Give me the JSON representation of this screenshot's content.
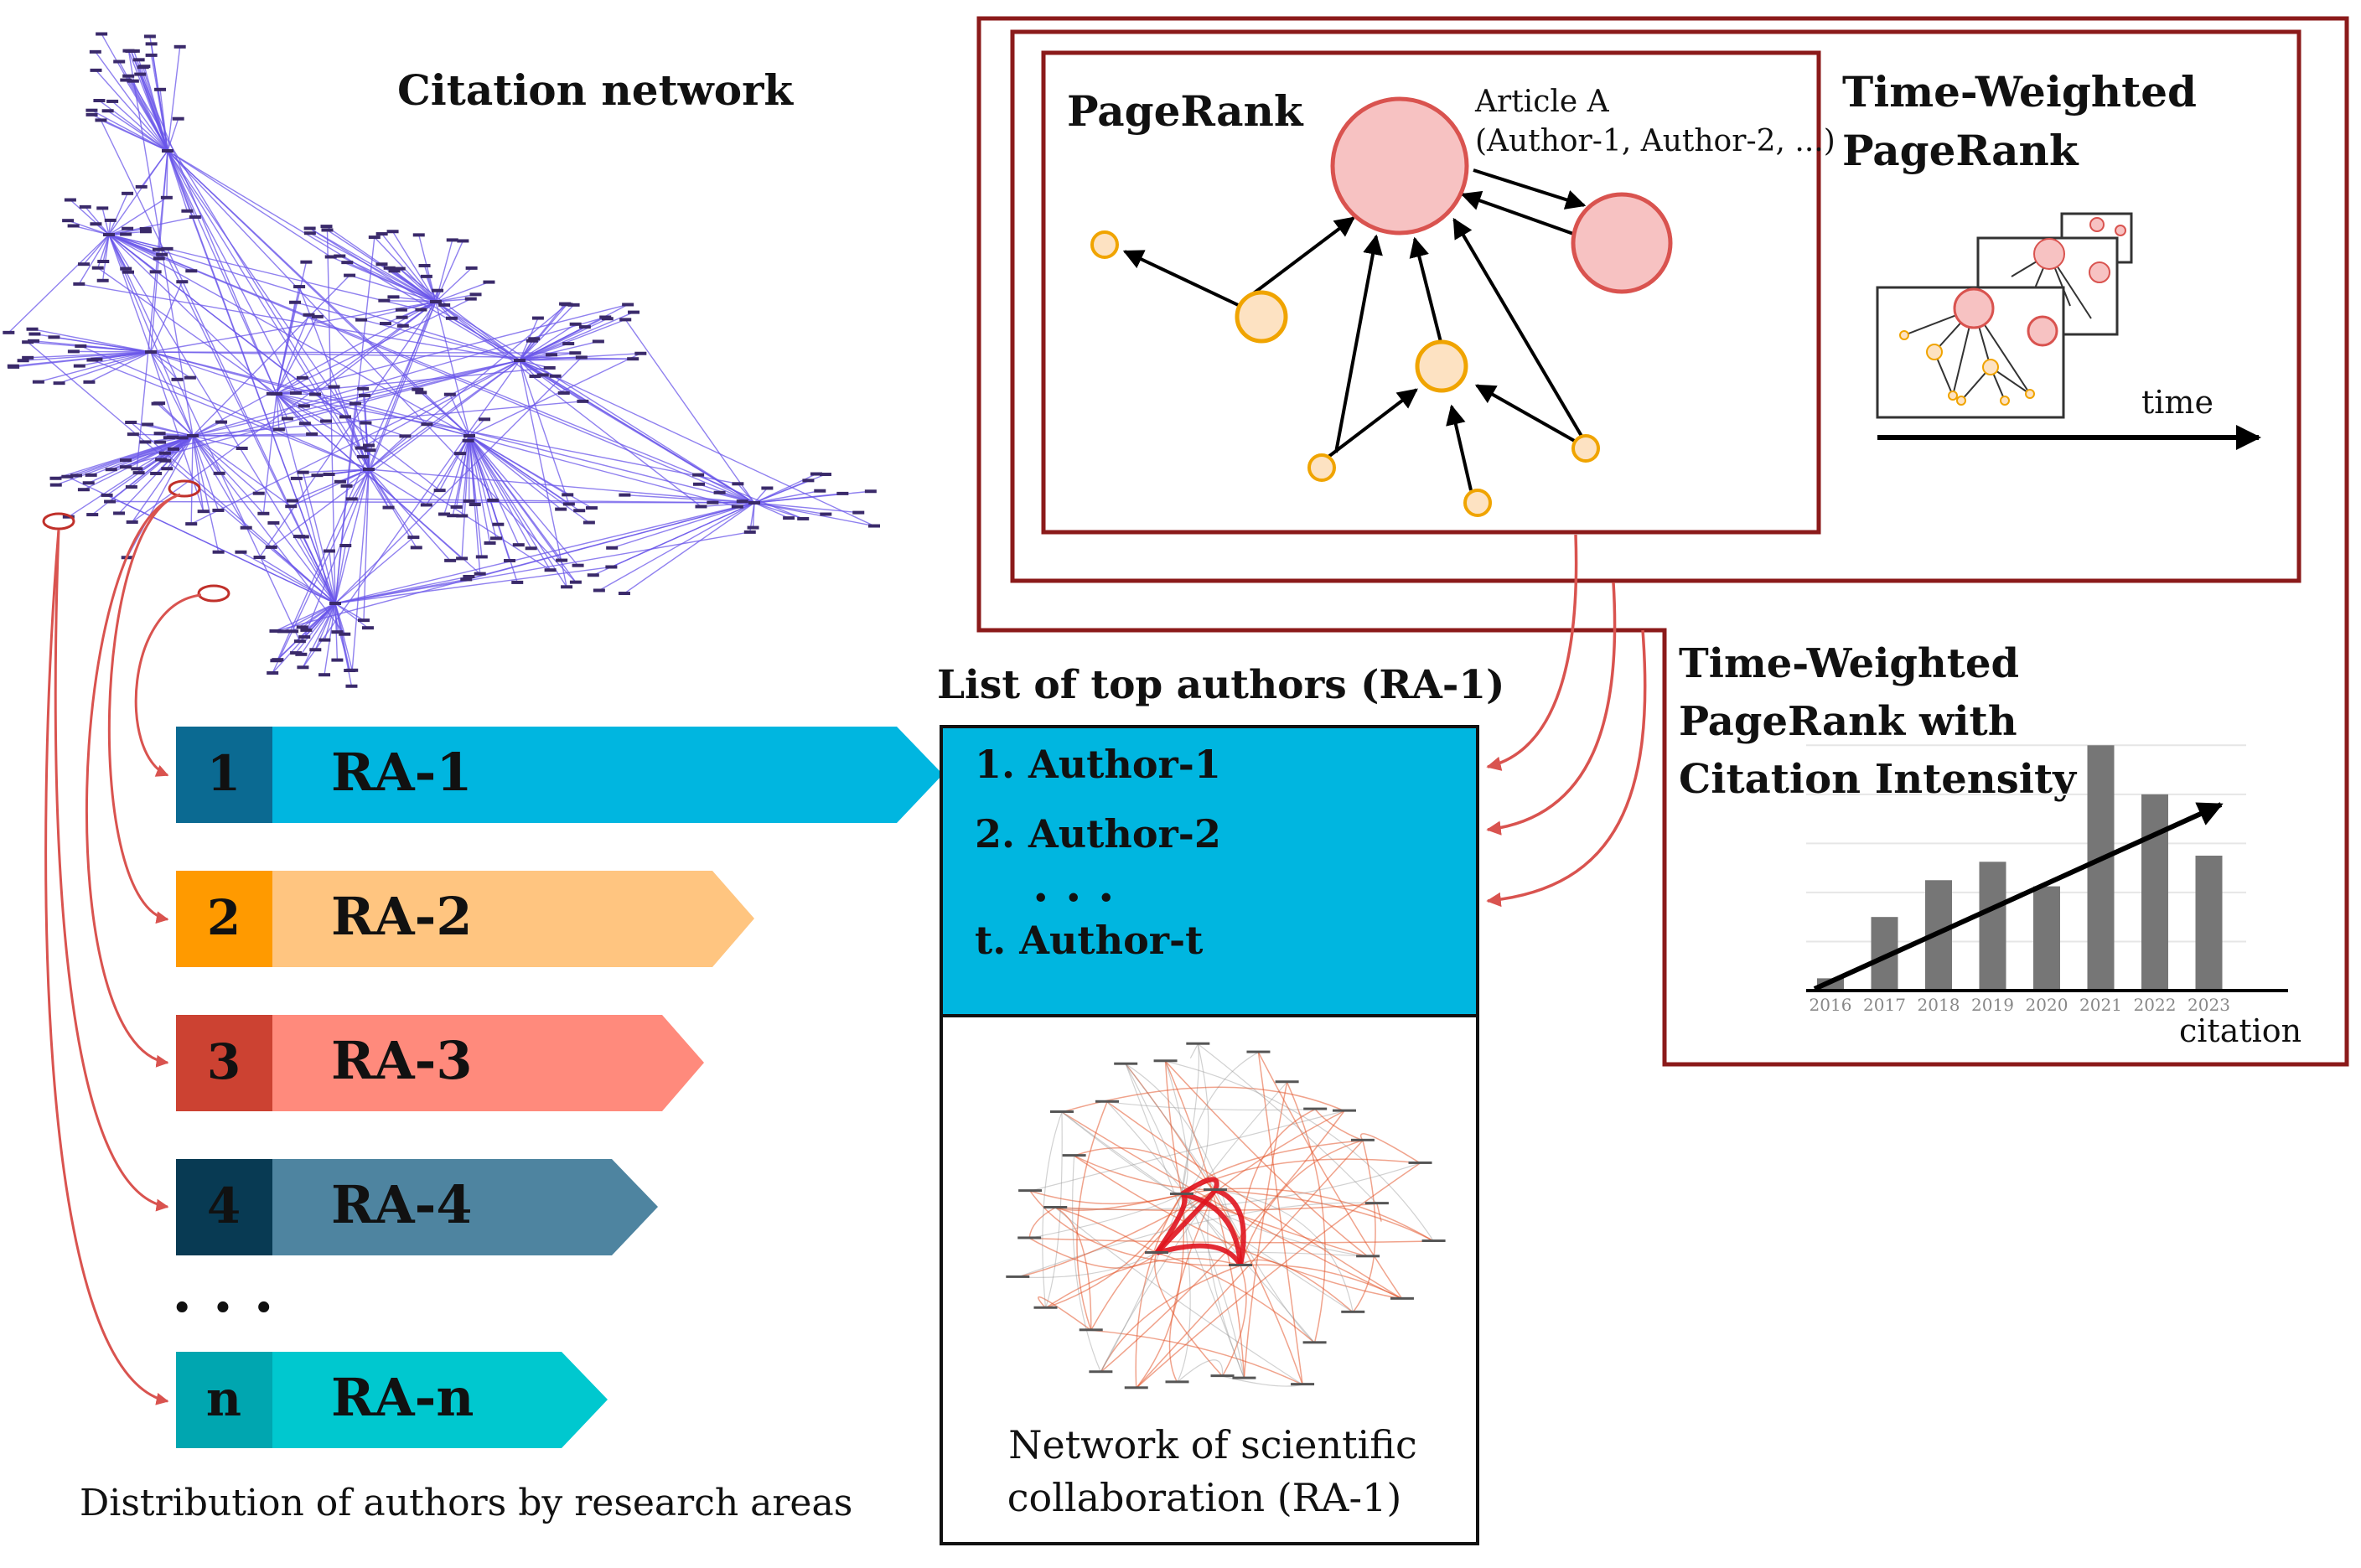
{
  "citation_network": {
    "title": "Citation network"
  },
  "research_areas": {
    "items": [
      {
        "number": "1",
        "label": "RA-1",
        "num_color": "#0b6a92",
        "body_color": "#00b6e0"
      },
      {
        "number": "2",
        "label": "RA-2",
        "num_color": "#ff9a00",
        "body_color": "#ffc580"
      },
      {
        "number": "3",
        "label": "RA-3",
        "num_color": "#cc4232",
        "body_color": "#ff8a7c"
      },
      {
        "number": "4",
        "label": "RA-4",
        "num_color": "#083a53",
        "body_color": "#4e84a0"
      },
      {
        "number": "n",
        "label": "RA-n",
        "num_color": "#00a6b0",
        "body_color": "#00c8cf"
      }
    ],
    "ellipsis": ". . .",
    "caption": "Distribution of authors by research areas"
  },
  "top_authors": {
    "title": "List of top authors (RA-1)",
    "items": [
      "1. Author-1",
      "2. Author-2",
      "t. Author-t"
    ],
    "ellipsis": ". . .",
    "fill_color": "#00b6e0"
  },
  "collab_network": {
    "caption_line1": "Network of scientific",
    "caption_line2": "collaboration (RA-1)"
  },
  "pagerank": {
    "title": "PageRank",
    "article_label_line1": "Article A",
    "article_label_line2": "(Author-1, Author-2, ...)"
  },
  "tw_pagerank": {
    "title_line1": "Time-Weighted",
    "title_line2": "PageRank",
    "time_label": "time"
  },
  "twci_pagerank": {
    "title_line1": "Time-Weighted",
    "title_line2": "PageRank with",
    "title_line3": "Citation Intensity",
    "x_title": "citation"
  },
  "colors": {
    "frame": "#8b1a1a",
    "link_arrow": "#d9534f",
    "network_edge": "#5a3fe0",
    "node_pink": "#f7b9b9",
    "node_orange": "#f2a40a"
  },
  "chart_data": {
    "type": "bar",
    "categories": [
      "2016",
      "2017",
      "2018",
      "2019",
      "2020",
      "2021",
      "2022",
      "2023"
    ],
    "values": [
      1,
      6,
      9,
      10.5,
      8.5,
      20,
      16,
      11
    ],
    "ylim": [
      0,
      22
    ],
    "trend_line": true,
    "xlabel": "citation",
    "ylabel": "",
    "grid": true,
    "bar_color": "#767676"
  }
}
